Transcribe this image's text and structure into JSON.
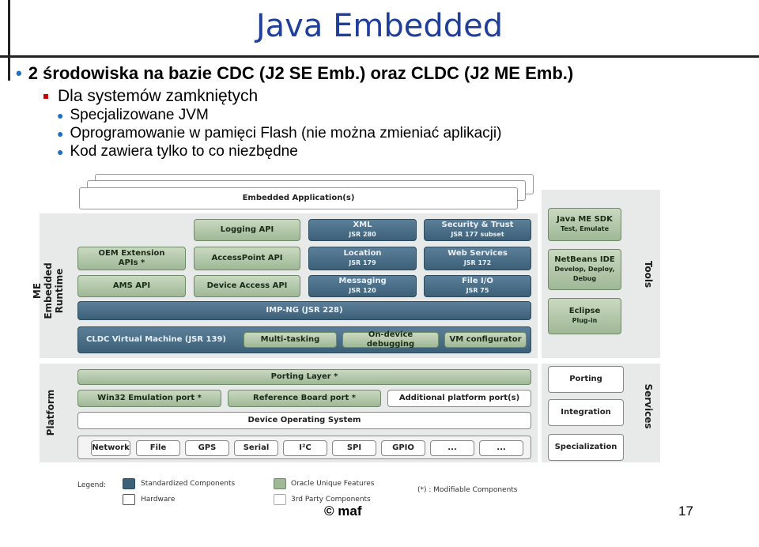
{
  "slide": {
    "title": "Java Embedded",
    "bullet_main": "2 środowiska na bazie CDC (J2 SE Emb.) oraz CLDC (J2 ME Emb.)",
    "bullet_sub": "Dla systemów zamkniętych",
    "bullet_items": [
      "Specjalizowane JVM",
      "Oprogramowanie w pamięci Flash (nie można zmieniać aplikacji)",
      "Kod zawiera tylko to co niezbędne"
    ],
    "footer": "© maf",
    "page_number": "17"
  },
  "diagram": {
    "embedded_app": "Embedded Application(s)",
    "runtime_label": "ME Embedded Runtime",
    "tools_label": "Tools",
    "platform_label": "Platform",
    "services_label": "Services",
    "apis": {
      "logging": "Logging API",
      "oem_line1": "OEM Extension",
      "oem_line2": "APIs *",
      "accesspoint": "AccessPoint API",
      "ams": "AMS API",
      "device_access": "Device Access API",
      "xml": "XML",
      "xml_jsr": "JSR 280",
      "location": "Location",
      "location_jsr": "JSR 179",
      "messaging": "Messaging",
      "messaging_jsr": "JSR 120",
      "security": "Security & Trust",
      "security_jsr": "JSR 177 subset",
      "webservices": "Web Services",
      "webservices_jsr": "JSR 172",
      "fileio": "File I/O",
      "fileio_jsr": "JSR 75"
    },
    "impng": "IMP-NG (JSR 228)",
    "cldc": "CLDC Virtual Machine (JSR 139)",
    "multitasking": "Multi-tasking",
    "ondevice_debugging": "On-device debugging",
    "vm_configurator": "VM configurator",
    "tools": {
      "sdk_line1": "Java ME SDK",
      "sdk_line2": "Test, Emulate",
      "netbeans_line1": "NetBeans IDE",
      "netbeans_line2": "Develop, Deploy,",
      "netbeans_line3": "Debug",
      "eclipse_line1": "Eclipse",
      "eclipse_line2": "Plug-in"
    },
    "porting_layer": "Porting Layer *",
    "win32": "Win32 Emulation port *",
    "reference_board": "Reference Board port *",
    "additional_ports": "Additional platform port(s)",
    "device_os": "Device Operating System",
    "hardware": [
      "Network",
      "File",
      "GPS",
      "Serial",
      "I²C",
      "SPI",
      "GPIO",
      "...",
      "..."
    ],
    "services": [
      "Porting",
      "Integration",
      "Specialization"
    ],
    "legend": {
      "title": "Legend:",
      "standardized": "Standardized Components",
      "oracle": "Oracle Unique Features",
      "hardware": "Hardware",
      "third_party": "3rd Party Components",
      "modifiable": "(*) : Modifiable Components"
    }
  },
  "colors": {
    "title": "#1f3f9a",
    "bullet": "#1f6fc2",
    "sub_bullet": "#cc0000",
    "standardized": "#3d6079",
    "oracle": "#9fb896"
  }
}
